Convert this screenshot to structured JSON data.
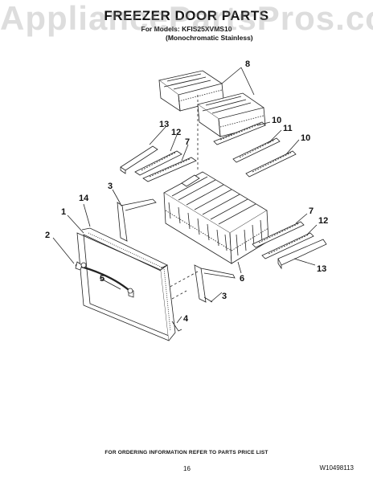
{
  "watermark": "AppliancePartsPros.com",
  "header": {
    "title": "FREEZER DOOR PARTS",
    "model_line": "For Models: KFIS25XVMS10",
    "variant": "(Monochromatic Stainless)"
  },
  "callouts": {
    "c1": "1",
    "c2": "2",
    "c3a": "3",
    "c3b": "3",
    "c4": "4",
    "c5": "5",
    "c6": "6",
    "c7a": "7",
    "c7b": "7",
    "c8": "8",
    "c10a": "10",
    "c10b": "10",
    "c11": "11",
    "c12a": "12",
    "c12b": "12",
    "c13a": "13",
    "c13b": "13",
    "c14": "14"
  },
  "footer": {
    "ordering_info": "FOR ORDERING INFORMATION REFER TO PARTS PRICE LIST",
    "page_number": "16",
    "document_number": "W10498113"
  }
}
